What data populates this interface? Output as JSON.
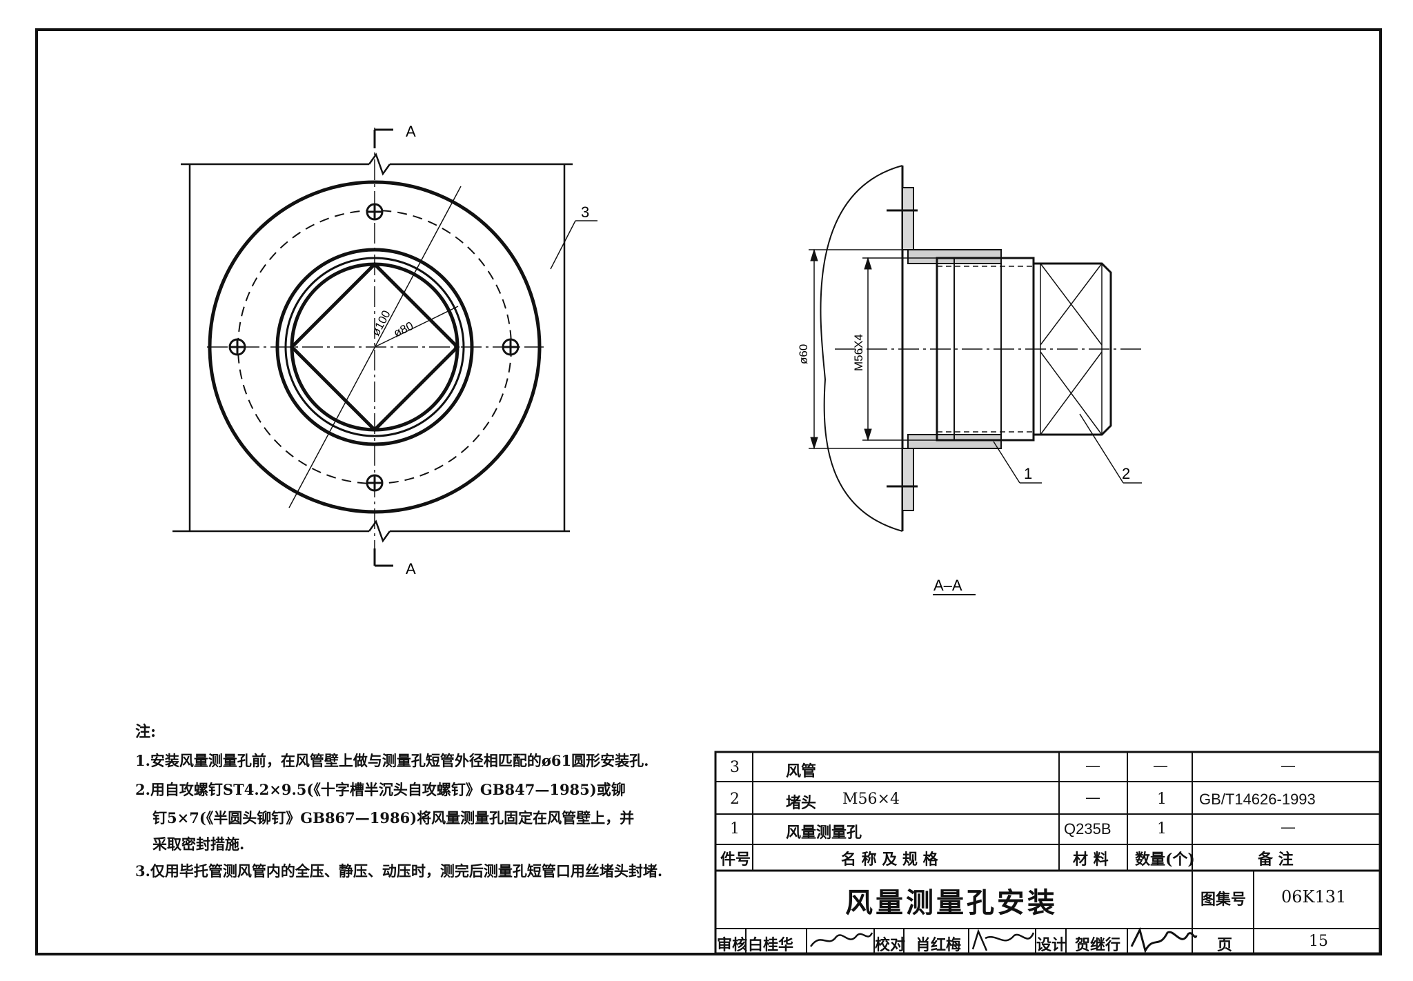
{
  "drawing": {
    "section_mark_top": "A",
    "section_mark_bottom": "A",
    "section_title": "A–A",
    "dim_d100": "ø100",
    "dim_d80": "ø80",
    "dim_d60": "ø60",
    "dim_thread": "M56X4",
    "leader_1": "1",
    "leader_2": "2",
    "leader_3": "3"
  },
  "notes": {
    "title": "注:",
    "line1": "1.安装风量测量孔前，在风管壁上做与测量孔短管外径相匹配的ø61圆形安装孔.",
    "line2a": "2.用自攻螺钉ST4.2×9.5(《十字槽半沉头自攻螺钉》GB847—1985)或铆",
    "line2b": "钉5×7(《半圆头铆钉》GB867—1986)将风量测量孔固定在风管壁上，并",
    "line2c": "采取密封措施.",
    "line3": "3.仅用毕托管测风管内的全压、静压、动压时，测完后测量孔短管口用丝堵头封堵."
  },
  "parts_table": {
    "headers": {
      "no": "件号",
      "name": "名 称 及 规 格",
      "material": "材 料",
      "qty": "数量(个)",
      "remark": "备 注"
    },
    "rows": [
      {
        "no": "3",
        "name": "风管",
        "spec": "",
        "material": "—",
        "qty": "—",
        "remark": "—"
      },
      {
        "no": "2",
        "name": "堵头",
        "spec": "M56×4",
        "material": "—",
        "qty": "1",
        "remark": "GB/T14626-1993"
      },
      {
        "no": "1",
        "name": "风量测量孔",
        "spec": "",
        "material": "Q235B",
        "qty": "1",
        "remark": "—"
      }
    ]
  },
  "title_block": {
    "title": "风量测量孔安装",
    "atlas_label": "图集号",
    "atlas_no": "06K131",
    "review_label": "审核",
    "review_name": "白桂华",
    "check_label": "校对",
    "check_name": "肖红梅",
    "design_label": "设计",
    "design_name": "贺继行",
    "page_label": "页",
    "page_no": "15"
  }
}
